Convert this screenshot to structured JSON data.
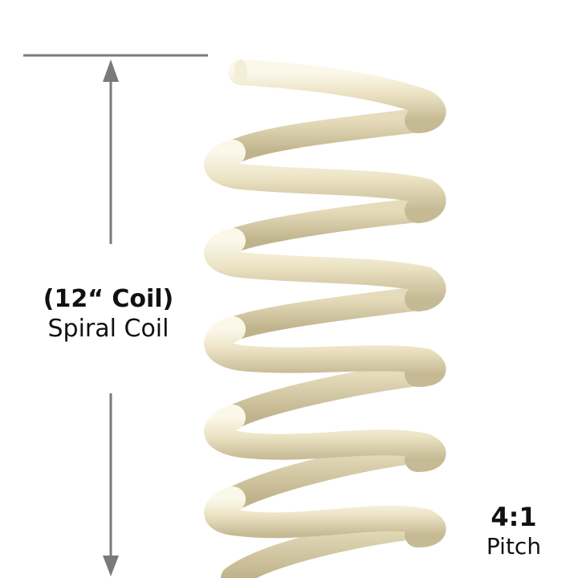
{
  "product": {
    "name": "Spiral Coil",
    "coil_color": "#ece3c4",
    "coil_shadow": "#bfb38c",
    "coil_highlight": "#fbf8ea"
  },
  "dimension": {
    "size_label": "(12“ Coil)",
    "type_label": "Spiral Coil",
    "line_color": "#7a7a7a"
  },
  "pitch": {
    "value": "4:1",
    "label": "Pitch"
  }
}
